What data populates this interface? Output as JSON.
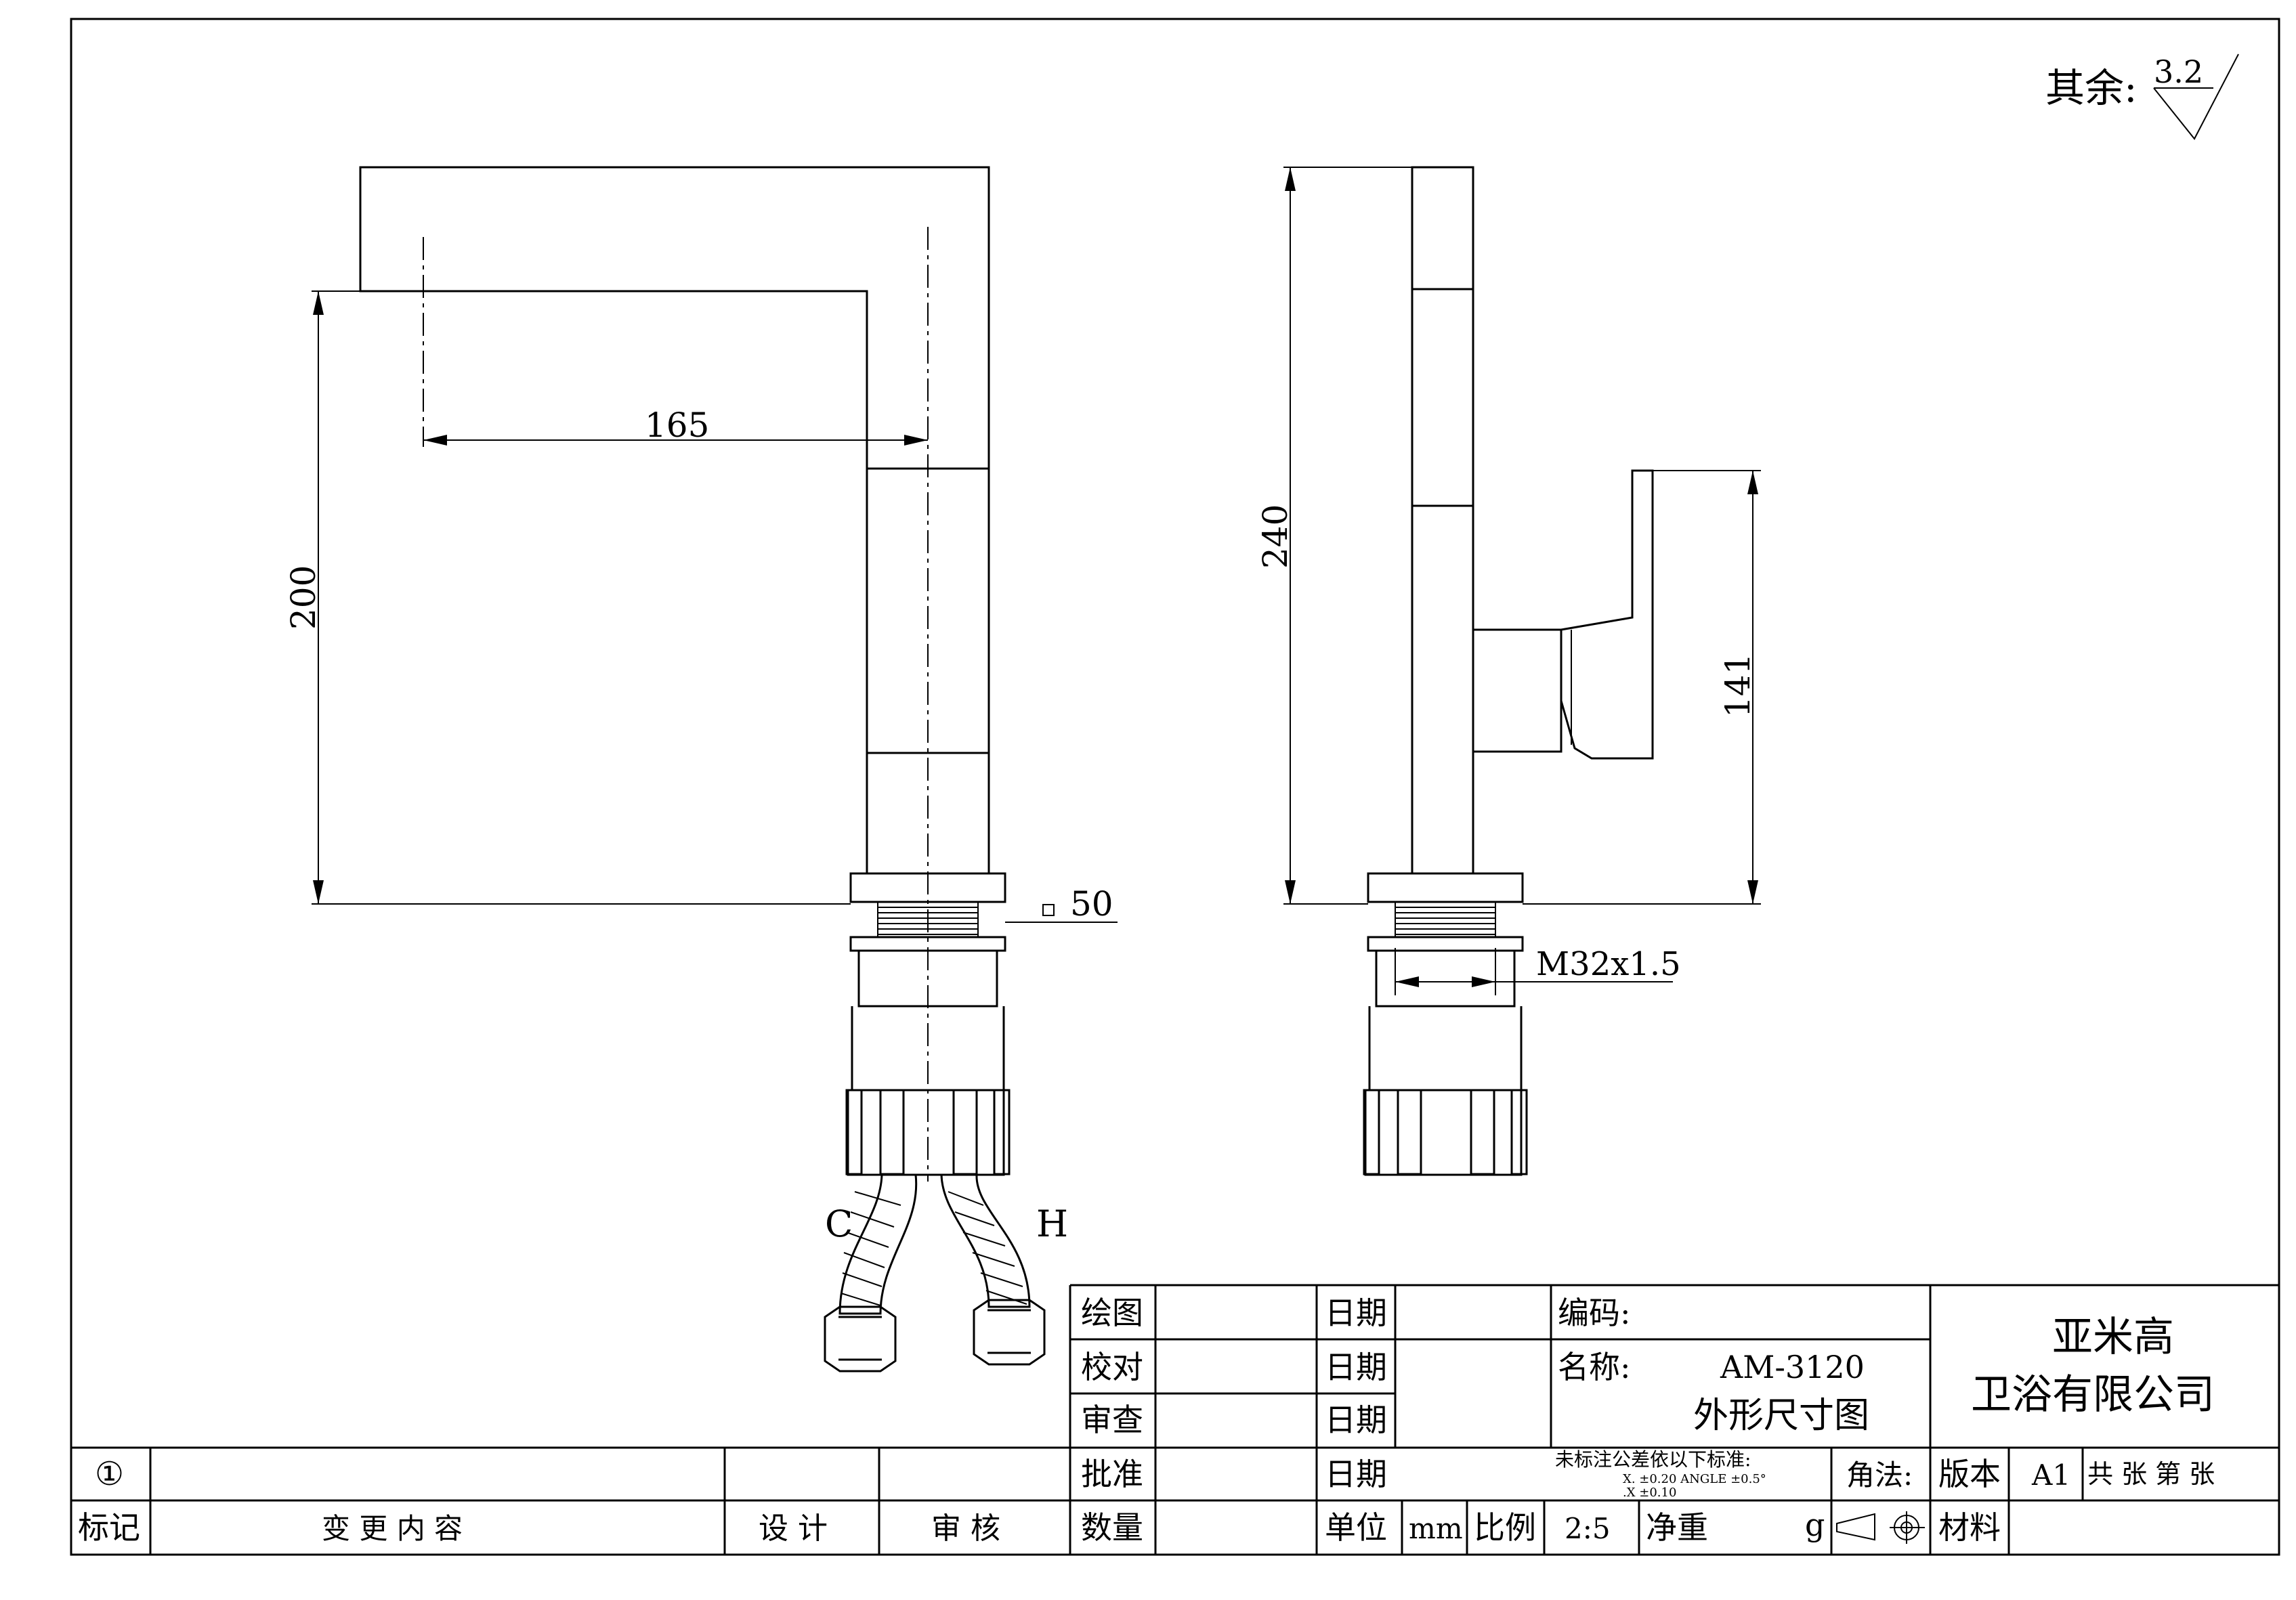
{
  "surface_note": {
    "prefix": "其余:",
    "value": "3.2"
  },
  "front_view": {
    "dim_spout_reach": "165",
    "dim_spout_height": "200",
    "dim_base": "50",
    "label_cold": "C",
    "label_hot": "H"
  },
  "side_view": {
    "dim_total_height": "240",
    "dim_handle_height": "141",
    "dim_thread": "M32x1.5"
  },
  "title_block": {
    "draw_label": "绘图",
    "check_label": "校对",
    "review_label": "审查",
    "approve_label": "批准",
    "quantity_label": "数量",
    "date_label_1": "日期",
    "date_label_2": "日期",
    "date_label_3": "日期",
    "date_label_4": "日期",
    "unit_label": "单位",
    "unit_value": "mm",
    "scale_label": "比例",
    "scale_value": "2:5",
    "net_weight_label": "净重",
    "weight_unit": "g",
    "code_label": "编码:",
    "name_label": "名称:",
    "model": "AM-3120",
    "drawing_name": "外形尺寸图",
    "company_line1": "亚米高",
    "company_line2": "卫浴有限公司",
    "tolerance_title": "未标注公差依以下标准:",
    "tolerance_line1": "X.        ±0.20   ANGLE  ±0.5°",
    "tolerance_line2": ".X        ±0.10",
    "angle_method_label": "角法:",
    "version_label": "版本",
    "version_value": "A1",
    "sheets_text": "共  张 第  张",
    "material_label": "材料",
    "revision_mark": "①",
    "mark_label": "标记",
    "change_label": "变  更  内  容",
    "design_label": "设  计",
    "audit_label": "审  核"
  }
}
